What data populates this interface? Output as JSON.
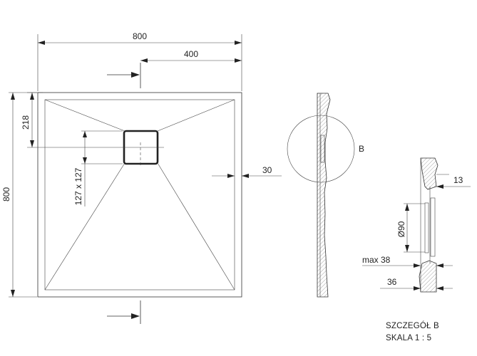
{
  "dimensions": {
    "width_total": "800",
    "half_width": "400",
    "drain_offset": "218",
    "height_total": "800",
    "drain_size": "127 x 127",
    "rim_width": "30",
    "detail_rim": "13",
    "drain_diameter": "Ø90",
    "max_height": "max 38",
    "detail_height": "36"
  },
  "detail_marker": "B",
  "caption": {
    "line1": "SZCZEGÓŁ B",
    "line2": "SKALA 1 : 5"
  }
}
